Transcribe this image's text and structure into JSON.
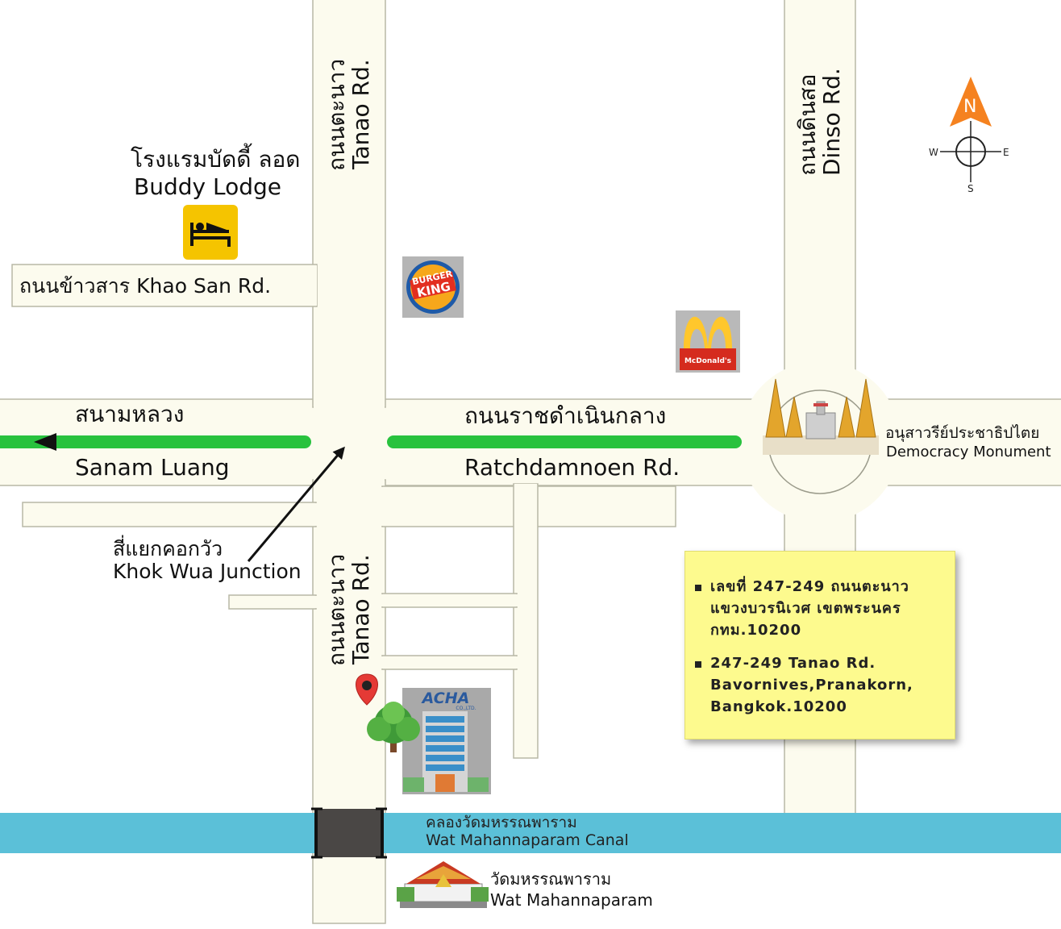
{
  "labels": {
    "tanao_north_th": "ถนนตะนาว",
    "tanao_north_en": "Tanao Rd.",
    "tanao_south_th": "ถนนตะนาว",
    "tanao_south_en": "Tanao Rd.",
    "dinso_th": "ถนนดินสอ",
    "dinso_en": "Dinso Rd.",
    "khaosan": "ถนนข้าวสาร  Khao San Rd.",
    "sanam_th": "สนามหลวง",
    "sanam_en": "Sanam Luang",
    "ratch_th": "ถนนราชดำเนินกลาง",
    "ratch_en": "Ratchdamnoen Rd.",
    "buddy_th": "โรงแรมบัดดี้ ลอด",
    "buddy_en": "Buddy Lodge",
    "khokwua_th": "สี่แยกคอกวัว",
    "khokwua_en": "Khok Wua Junction",
    "democracy_th": "อนุสาวรีย์ประชาธิปไตย",
    "democracy_en": "Democracy Monument",
    "canal_th": "คลองวัดมหรรณพาราม",
    "canal_en": "Wat Mahannaparam Canal",
    "wat_th": "วัดมหรรณพาราม",
    "wat_en": "Wat Mahannaparam"
  },
  "logos": {
    "burger_king_line1": "BURGER",
    "burger_king_line2": "KING",
    "mcdonalds": "McDonald's",
    "acha_line1": "ACHA",
    "acha_line2": "CO.,LTD."
  },
  "address": {
    "thai_lines": [
      "เลขที่ 247-249 ถนนตะนาว",
      "แขวงบวรนิเวศ เขตพระนคร",
      "กทม.10200"
    ],
    "english_lines": [
      "247-249 Tanao Rd.",
      "Bavornives,Pranakorn,",
      "Bangkok.10200"
    ]
  },
  "compass": {
    "n": "N",
    "s": "S",
    "e": "E",
    "w": "W"
  },
  "icons": {
    "hotel": "hotel-bed-icon",
    "location": "location-pin-icon",
    "tree": "tree-icon",
    "arrow": "direction-arrow-icon",
    "monument": "democracy-monument-icon",
    "temple": "temple-icon"
  },
  "colors": {
    "road_fill": "#fcfbee",
    "road_edge": "#b8b8a6",
    "route_green": "#28c23e",
    "canal": "#5bc0d8",
    "note_yellow": "#fdfa8e",
    "compass_orange": "#f58220",
    "hotel_yellow": "#f5c400",
    "pin_red": "#e53a35"
  }
}
